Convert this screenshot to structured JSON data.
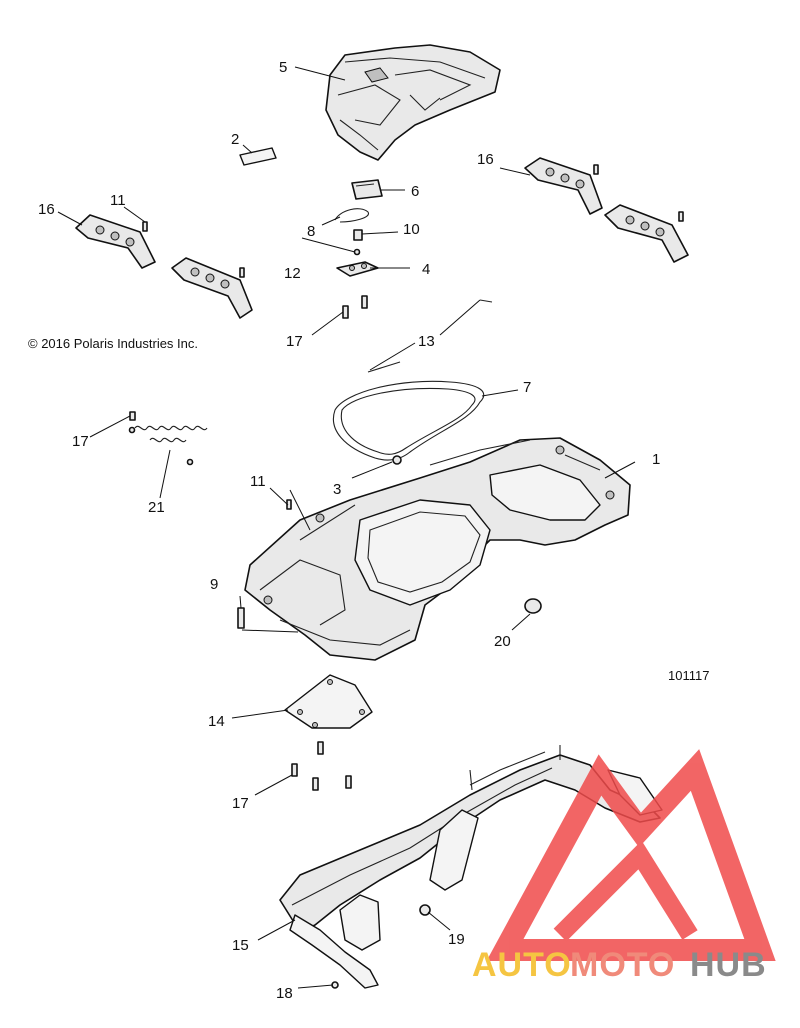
{
  "copyright": "© 2016 Polaris Industries Inc.",
  "figure_id": "101117",
  "callouts": {
    "c1": "1",
    "c2": "2",
    "c3": "3",
    "c4": "4",
    "c5": "5",
    "c6": "6",
    "c7": "7",
    "c8": "8",
    "c9": "9",
    "c10": "10",
    "c11a": "11",
    "c11b": "11",
    "c12": "12",
    "c13": "13",
    "c14": "14",
    "c15": "15",
    "c16a": "16",
    "c16b": "16",
    "c17a": "17",
    "c17b": "17",
    "c17c": "17",
    "c18": "18",
    "c19": "19",
    "c20": "20",
    "c21": "21"
  },
  "watermark": {
    "word_a": "AUTO",
    "word_b": "MOTO",
    "word_c": "HUB",
    "color_a": "#f5c542",
    "color_b": "#f08a7a",
    "color_c": "#8a8a8a",
    "logo_color": "#f04b4b"
  }
}
